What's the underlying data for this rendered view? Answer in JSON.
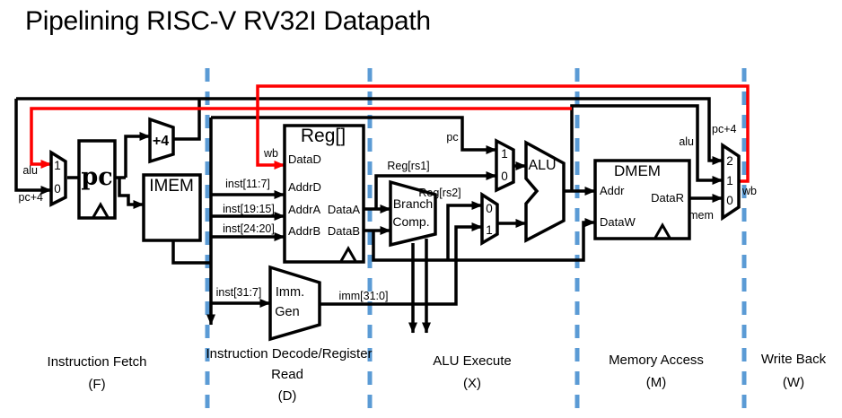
{
  "title": "Pipelining RISC-V RV32I Datapath",
  "colors": {
    "wire": "#000000",
    "feedback": "#fe0000",
    "divider": "#5b9bd5",
    "background": "#ffffff",
    "text": "#000000"
  },
  "stages": [
    {
      "label": "Instruction Fetch",
      "abbr": "(F)"
    },
    {
      "label": "Instruction Decode/Register",
      "label2": "Read",
      "abbr": "(D)"
    },
    {
      "label": "ALU Execute",
      "abbr": "(X)"
    },
    {
      "label": "Memory Access",
      "abbr": "(M)"
    },
    {
      "label": "Write Back",
      "abbr": "(W)"
    }
  ],
  "blocks": {
    "pc_mux": {
      "in1": "1",
      "in0": "0"
    },
    "pc": {
      "title": "pc"
    },
    "plus4": {
      "title": "+4"
    },
    "imem": {
      "title": "IMEM"
    },
    "regfile": {
      "title": "Reg[]",
      "port_datad": "DataD",
      "port_addrd": "AddrD",
      "port_addra": "AddrA",
      "port_addrb": "AddrB",
      "port_dataa": "DataA",
      "port_datab": "DataB"
    },
    "imm_gen": {
      "title1": "Imm.",
      "title2": "Gen"
    },
    "branch_comp": {
      "title1": "Branch",
      "title2": "Comp."
    },
    "alu_a_mux": {
      "in1": "1",
      "in0": "0"
    },
    "alu_b_mux": {
      "in0": "0",
      "in1": "1"
    },
    "alu": {
      "title": "ALU"
    },
    "dmem": {
      "title": "DMEM",
      "port_addr": "Addr",
      "port_dataw": "DataW",
      "port_datar": "DataR"
    },
    "wb_mux": {
      "in2": "2",
      "in1": "1",
      "in0": "0"
    }
  },
  "wire_labels": {
    "alu_fb": "alu",
    "pc_plus4_fb": "pc+4",
    "wb_in": "wb",
    "inst_11_7": "inst[11:7]",
    "inst_19_15": "inst[19:15]",
    "inst_24_20": "inst[24:20]",
    "inst_31_7": "inst[31:7]",
    "imm_31_0": "imm[31:0]",
    "reg_rs1": "Reg[rs1]",
    "reg_rs2": "Reg[rs2]",
    "pc_to_alu": "pc",
    "pc_plus4_wb": "pc+4",
    "alu_wb": "alu",
    "mem_wb": "mem",
    "wb_out": "wb"
  }
}
